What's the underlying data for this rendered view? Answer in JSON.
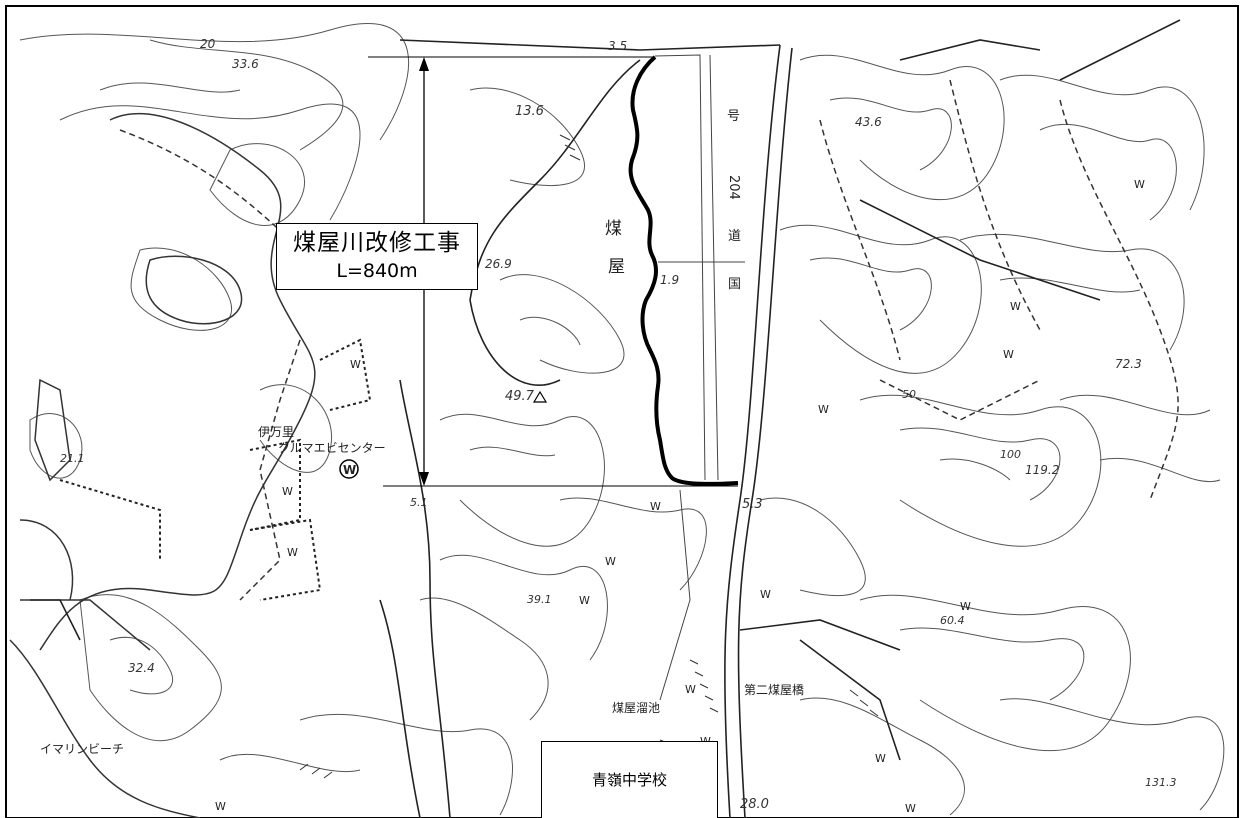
{
  "colors": {
    "river_line": "#000000",
    "ink": "#222222",
    "background": "#ffffff"
  },
  "callout": {
    "title": "煤屋川改修工事",
    "length": "L=840m"
  },
  "places": {
    "school": "青嶺中学校",
    "kuruma_ebi_1": "伊万里",
    "kuruma_ebi_2": "クルマエビセンター",
    "beach": "イマリンビーチ",
    "pond": "煤屋溜池",
    "bridge": "第二煤屋橋",
    "village_1": "煤",
    "village_2": "屋",
    "road_route_1": "国",
    "road_route_2": "道",
    "road_route_3": "204",
    "road_route_4": "号"
  },
  "elevations": {
    "e1": "20",
    "e2": "33.6",
    "e3": "3.5",
    "e4": "13.6",
    "e5": "43.6",
    "e6": "26.9",
    "e7": "1.9",
    "e8": "72.3",
    "e9": "49.7",
    "e10": "21.1",
    "e11": "50",
    "e12": "100",
    "e13": "119.2",
    "e14": "5.3",
    "e15": "5.1",
    "e16": "39.1",
    "e17": "32.4",
    "e18": "60.4",
    "e19": "28.0",
    "e20": "131.3"
  },
  "symbols": {
    "w": "W"
  }
}
